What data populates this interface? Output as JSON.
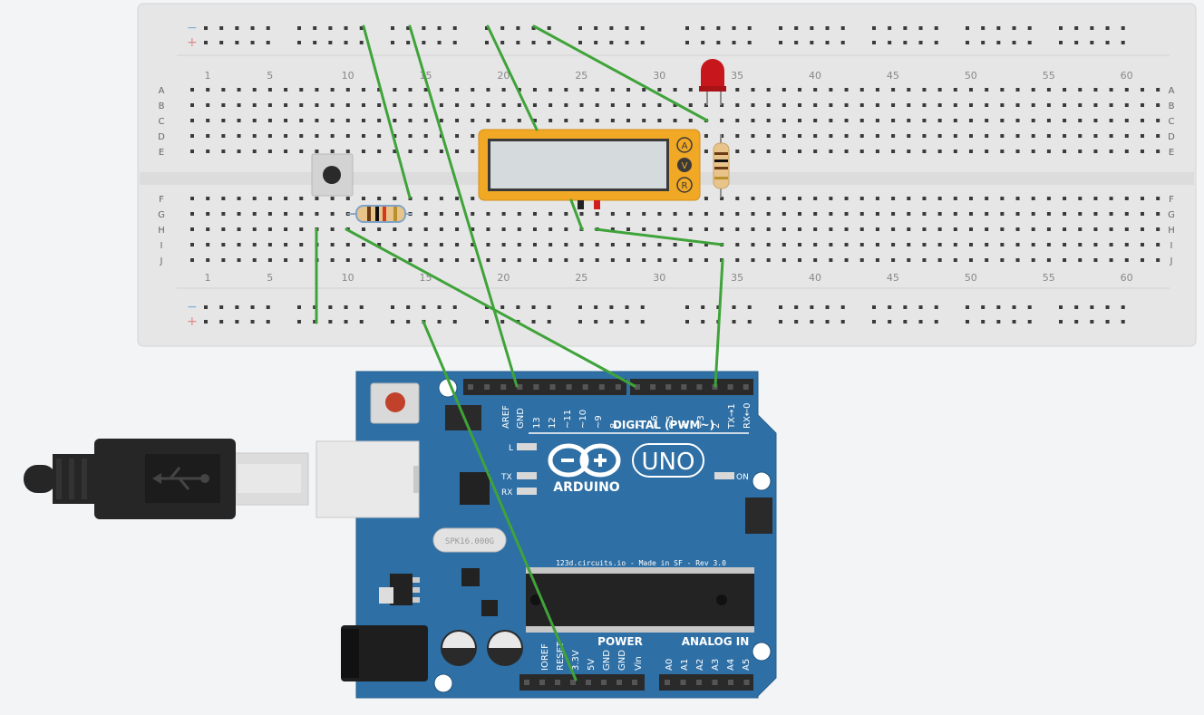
{
  "breadboard": {
    "rail_minus": "−",
    "rail_plus": "+",
    "rows_top": [
      "A",
      "B",
      "C",
      "D",
      "E"
    ],
    "rows_bottom": [
      "F",
      "G",
      "H",
      "I",
      "J"
    ],
    "column_numbers": [
      "1",
      "5",
      "10",
      "15",
      "20",
      "25",
      "30",
      "35",
      "40",
      "45",
      "50",
      "55",
      "60"
    ]
  },
  "multimeter": {
    "mode_buttons": [
      "A",
      "V",
      "R"
    ]
  },
  "arduino": {
    "logo_text": "ARDUINO",
    "model": "UNO",
    "on_label": "ON",
    "l_label": "L",
    "tx_label": "TX",
    "rx_label": "RX",
    "crystal_label": "SPK16.000G",
    "credit": "123d.circuits.io - Made in SF - Rev 3.0",
    "digital_header": "DIGITAL (PWM~)",
    "digital_pins": [
      "AREF",
      "GND",
      "13",
      "12",
      "~11",
      "~10",
      "~9",
      "8",
      "7",
      "~6",
      "~5",
      "4",
      "~3",
      "2",
      "TX→1",
      "RX←0"
    ],
    "power_header": "POWER",
    "power_pins": [
      "IOREF",
      "RESET",
      "3.3V",
      "5V",
      "GND",
      "GND",
      "Vin"
    ],
    "analog_header": "ANALOG IN",
    "analog_pins": [
      "A0",
      "A1",
      "A2",
      "A3",
      "A4",
      "A5"
    ]
  },
  "colors": {
    "wire": "#3fa33a",
    "board_blue": "#2e6fa5",
    "multimeter_orange": "#f1a824",
    "breadboard": "#e6e6e6",
    "led_red": "#c8161d"
  }
}
